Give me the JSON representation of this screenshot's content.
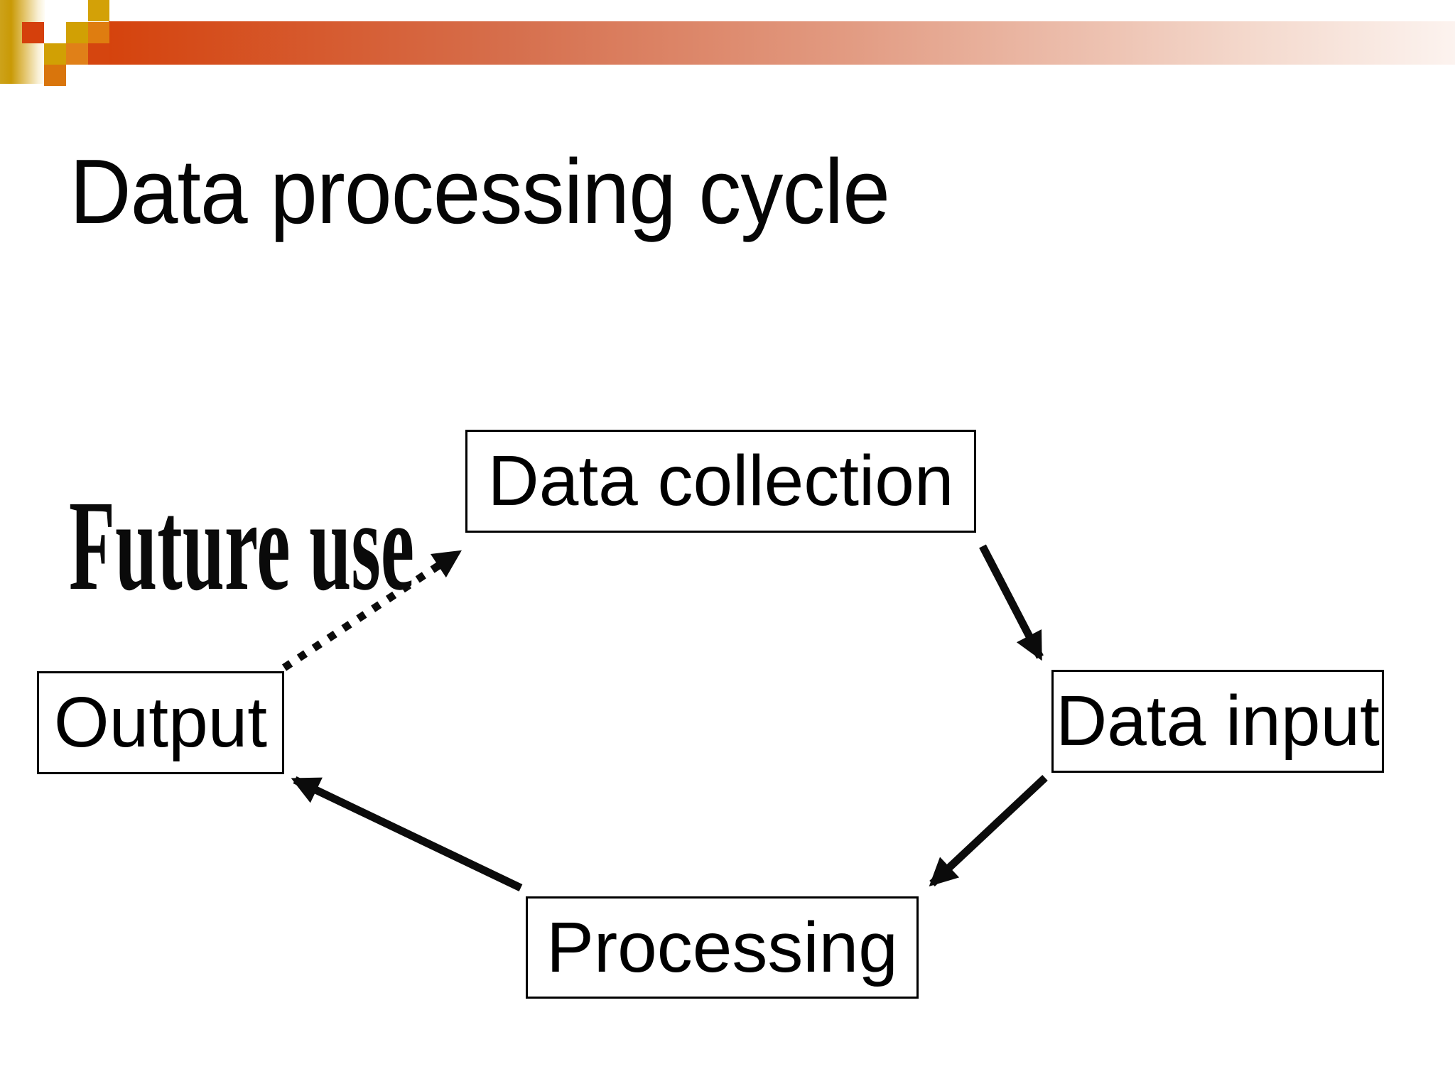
{
  "slide": {
    "title": "Data processing cycle",
    "background_color": "#ffffff"
  },
  "diagram": {
    "nodes": [
      {
        "id": "data-collection",
        "label": "Data collection"
      },
      {
        "id": "data-input",
        "label": "Data input"
      },
      {
        "id": "processing",
        "label": "Processing"
      },
      {
        "id": "output",
        "label": "Output"
      }
    ],
    "edges": [
      {
        "from": "data-collection",
        "to": "data-input",
        "style": "solid-arrow"
      },
      {
        "from": "data-input",
        "to": "processing",
        "style": "solid-arrow"
      },
      {
        "from": "processing",
        "to": "output",
        "style": "solid-arrow"
      },
      {
        "from": "output",
        "to": "data-collection",
        "style": "dotted-arrow"
      }
    ],
    "annotation": {
      "label": "Future use",
      "attached_to": "dotted-arrow"
    }
  },
  "decoration": {
    "banner_colors": {
      "gold": "#d1a004",
      "red_orange": "#d5430d",
      "orange": "#df7d10",
      "bar_fade_end": "#fcf3ef",
      "vertical_bar_gradient": [
        "#c99a06",
        "#fffdf6"
      ]
    }
  }
}
